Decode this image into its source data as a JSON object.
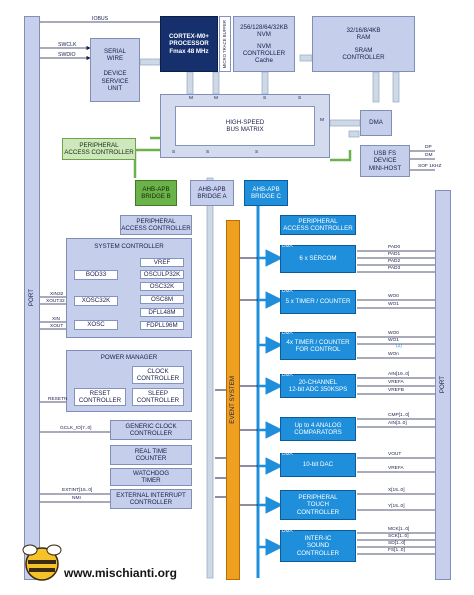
{
  "port_left": "PORT",
  "port_right": "PORT",
  "iobus": "IOBUS",
  "cpu": {
    "line1": "CORTEX-M0+",
    "line2": "PROCESSOR",
    "line3": "Fmax 48 MHz"
  },
  "micro_trace": "MICRO TRACE BUFFER",
  "nvm": {
    "size": "256/128/64/32KB",
    "name": "NVM",
    "ctrl": "CONTROLLER",
    "cache": "Cache"
  },
  "ram": {
    "size": "32/16/8/4KB",
    "name": "RAM",
    "ctrl": "SRAM",
    "ctrl2": "CONTROLLER"
  },
  "swd": {
    "swclk": "SWCLK",
    "swdio": "SWDIO",
    "line1": "SERIAL",
    "line2": "WIRE",
    "dsu1": "DEVICE",
    "dsu2": "SERVICE",
    "dsu3": "UNIT"
  },
  "matrix": {
    "line1": "HIGH-SPEED",
    "line2": "BUS MATRIX",
    "m": "M",
    "s": "S"
  },
  "dma": "DMA",
  "usb": {
    "line1": "USB FS",
    "line2": "DEVICE",
    "line3": "MINI-HOST",
    "dp": "DP",
    "dm": "DM",
    "sof": "SOF 1KHZ"
  },
  "pac_top": {
    "line1": "PERIPHERAL",
    "line2": "ACCESS CONTROLLER"
  },
  "bridge_b": {
    "line1": "AHB-APB",
    "line2": "BRIDGE B"
  },
  "bridge_a": {
    "line1": "AHB-APB",
    "line2": "BRIDGE A"
  },
  "bridge_c": {
    "line1": "AHB-APB",
    "line2": "BRIDGE C"
  },
  "pac_a": {
    "line1": "PERIPHERAL",
    "line2": "ACCESS CONTROLLER"
  },
  "pac_c": {
    "line1": "PERIPHERAL",
    "line2": "ACCESS CONTROLLER"
  },
  "sysctrl": {
    "title": "SYSTEM CONTROLLER",
    "left": [
      "BOD33",
      "XOSC32K",
      "XOSC"
    ],
    "right": [
      "VREF",
      "OSCULP32K",
      "OSC32K",
      "OSC8M",
      "DFLL48M",
      "FDPLL96M"
    ],
    "xin32": "XIN32",
    "xout32": "XOUT32",
    "xin": "XIN",
    "xout": "XOUT"
  },
  "pm": {
    "title": "POWER MANAGER",
    "clk1": "CLOCK",
    "clk2": "CONTROLLER",
    "rst1": "RESET",
    "rst2": "CONTROLLER",
    "slp1": "SLEEP",
    "slp2": "CONTROLLER",
    "resetn": "RESETN"
  },
  "gclk": {
    "line1": "GENERIC CLOCK",
    "line2": "CONTROLLER",
    "io": "GCLK_IO[7..0]"
  },
  "rtc": {
    "line1": "REAL TIME",
    "line2": "COUNTER"
  },
  "wdt": {
    "line1": "WATCHDOG",
    "line2": "TIMER"
  },
  "eic": {
    "line1": "EXTERNAL INTERRUPT",
    "line2": "CONTROLLER",
    "extint": "EXTINT[15..0]",
    "nmi": "NMI"
  },
  "event_system": "EVENT SYSTEM",
  "sercom": {
    "name": "6 x SERCOM",
    "tag": "DMA",
    "pads": [
      "PAD0",
      "PAD1",
      "PAD2",
      "PAD3"
    ]
  },
  "tc": {
    "name": "5 x TIMER / COUNTER",
    "tag": "DMA",
    "wo": [
      "WO0",
      "WO1"
    ]
  },
  "tcc": {
    "line1": "4x TIMER / COUNTER",
    "line2": "FOR CONTROL",
    "tag": "DMA",
    "wo": [
      "WO0",
      "WO1",
      "WOn"
    ],
    "note": "(2)"
  },
  "adc": {
    "line1": "20-CHANNEL",
    "line2": "12-bit ADC 350KSPS",
    "tag": "DMA",
    "sig": [
      "AIN[19..0]",
      "VREFA",
      "VREFB"
    ]
  },
  "ac": {
    "line1": "Up to 4 ANALOG",
    "line2": "COMPARATORS",
    "sig": [
      "CMP[1..0]",
      "AIN[3..0]"
    ]
  },
  "dac": {
    "name": "10-bit DAC",
    "tag": "DMA",
    "sig": [
      "VOUT",
      "VREFA"
    ]
  },
  "ptc": {
    "line1": "PERIPHERAL",
    "line2": "TOUCH",
    "line3": "CONTROLLER",
    "sig": [
      "X[15..0]",
      "Y[15..0]"
    ]
  },
  "i2s": {
    "line1": "INTER-IC",
    "line2": "SOUND",
    "line3": "CONTROLLER",
    "tag": "DMA",
    "sig": [
      "MCK[1..0]",
      "SCK[1..0]",
      "SD[1..0]",
      "FS[1..0]"
    ]
  },
  "website": "www.mischianti.org",
  "colors": {
    "block": "#c5ceeb",
    "dark": "#16306e",
    "green": "#6cb24a",
    "blue": "#1f8fdb",
    "orange": "#f0a020",
    "arrow": "#8fa9c4"
  }
}
